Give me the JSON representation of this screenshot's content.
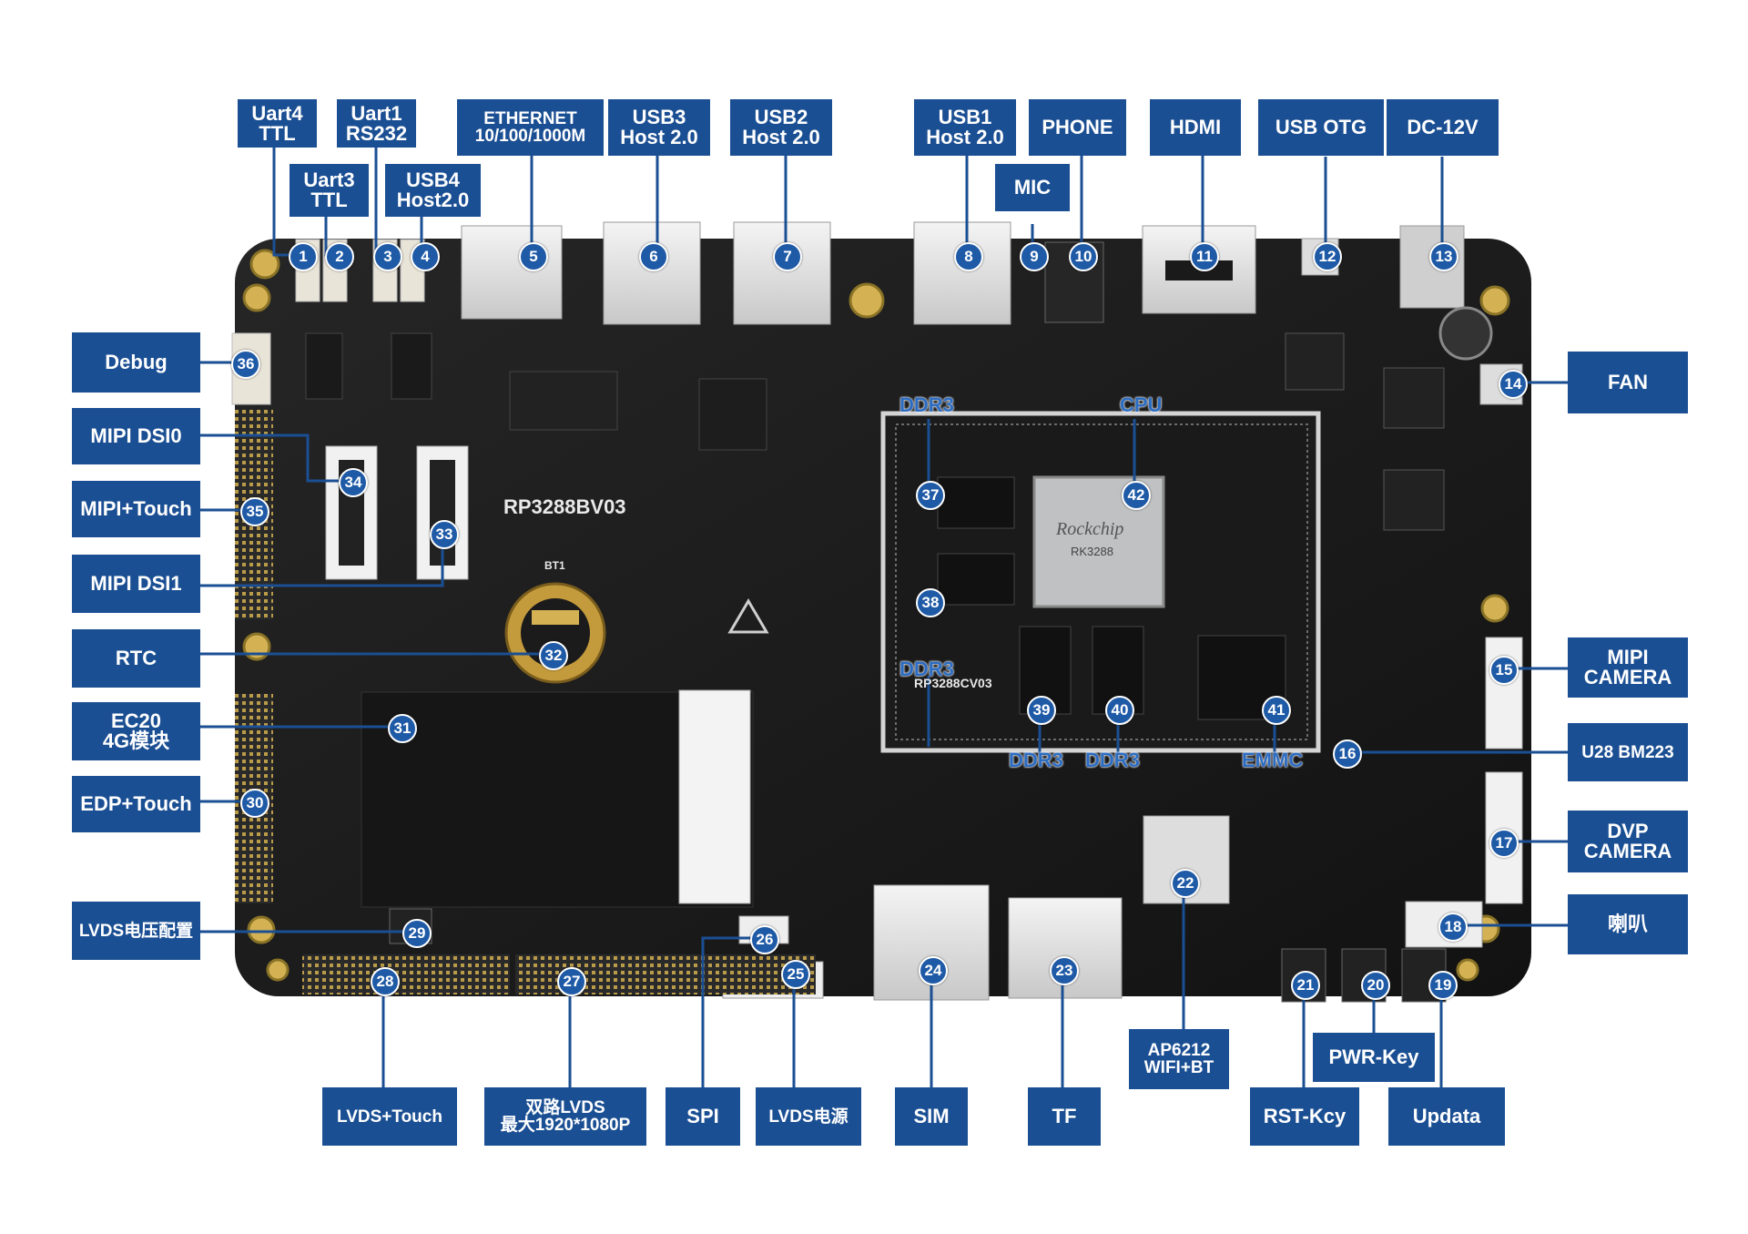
{
  "board": {
    "model_silkscreen": "RP3288BV03",
    "core_silkscreen": "RP3288CV03",
    "soc_brand": "Rockchip",
    "soc_model": "RK3288",
    "battery_silkscreen": "BT1"
  },
  "chip_tags": {
    "cpu": "CPU",
    "ddr3_top": "DDR3",
    "ddr3_left": "DDR3",
    "ddr3_bottom_a": "DDR3",
    "ddr3_bottom_b": "DDR3",
    "emmc": "EMMC"
  },
  "labels": {
    "uart4": "Uart4\nTTL",
    "uart1": "Uart1\nRS232",
    "uart3": "Uart3\nTTL",
    "usb4": "USB4\nHost2.0",
    "ethernet": "ETHERNET\n10/100/1000M",
    "usb3": "USB3\nHost 2.0",
    "usb2": "USB2\nHost 2.0",
    "usb1": "USB1\nHost 2.0",
    "mic": "MIC",
    "phone": "PHONE",
    "hdmi": "HDMI",
    "usb_otg": "USB OTG",
    "dc12v": "DC-12V",
    "debug": "Debug",
    "fan": "FAN",
    "mipi_dsi0": "MIPI DSI0",
    "mipi_touch": "MIPI+Touch",
    "mipi_dsi1": "MIPI DSI1",
    "rtc": "RTC",
    "ec20": "EC20\n4G模块",
    "edp_touch": "EDP+Touch",
    "lvds_voltage": "LVDS电压配置",
    "mipi_camera": "MIPI\nCAMERA",
    "u28": "U28 BM223",
    "dvp_camera": "DVP\nCAMERA",
    "speaker": "喇叭",
    "lvds_touch": "LVDS+Touch",
    "dual_lvds": "双路LVDS\n最大1920*1080P",
    "spi": "SPI",
    "lvds_power": "LVDS电源",
    "sim": "SIM",
    "tf": "TF",
    "ap6212": "AP6212\nWIFI+BT",
    "rst_key": "RST-Kcy",
    "pwr_key": "PWR-Key",
    "updata": "Updata"
  },
  "markers": [
    "1",
    "2",
    "3",
    "4",
    "5",
    "6",
    "7",
    "8",
    "9",
    "10",
    "11",
    "12",
    "13",
    "14",
    "15",
    "16",
    "17",
    "18",
    "19",
    "20",
    "21",
    "22",
    "23",
    "24",
    "25",
    "26",
    "27",
    "28",
    "29",
    "30",
    "31",
    "32",
    "33",
    "34",
    "35",
    "36",
    "37",
    "38",
    "39",
    "40",
    "41",
    "42"
  ],
  "colors": {
    "label_bg": "#1b4f93",
    "marker_bg": "#1f5aa6",
    "pcb": "#1a1a1a",
    "connector": "#e8e8e8",
    "chip_tag": "#2c6cc2"
  }
}
